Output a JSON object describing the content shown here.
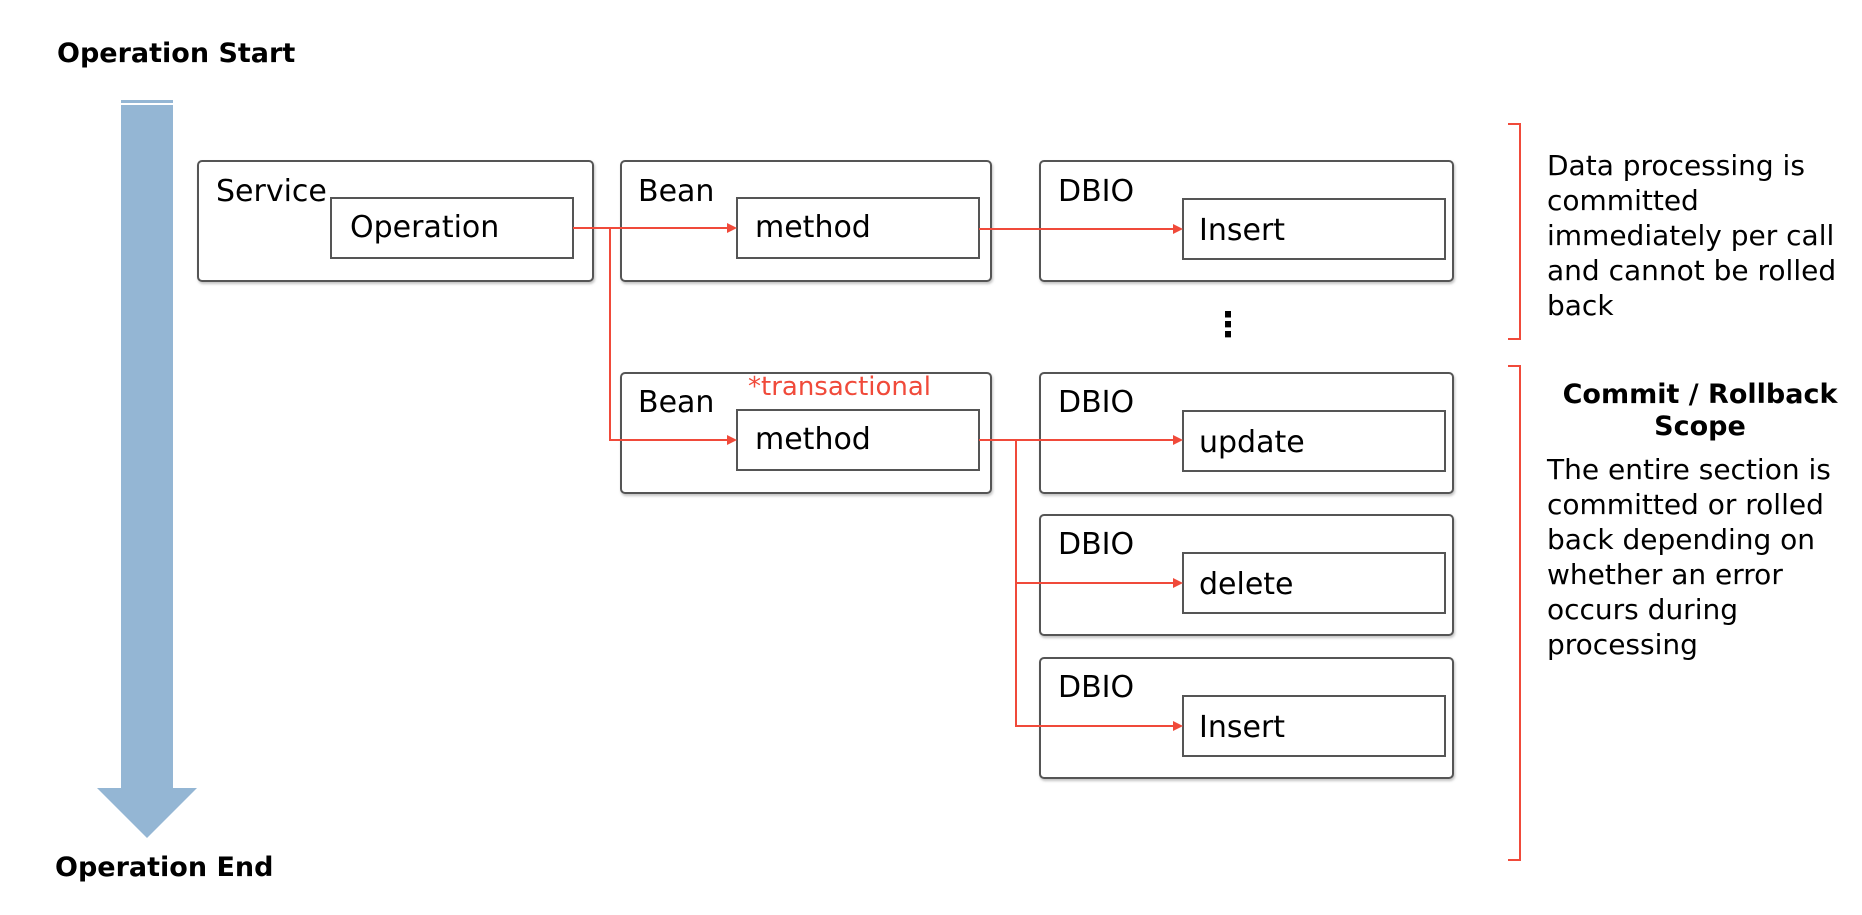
{
  "timeline": {
    "start_label": "Operation Start",
    "end_label": "Operation End",
    "arrow_color": "#94b6d4"
  },
  "components": {
    "service": {
      "label": "Service",
      "inner": "Operation"
    },
    "bean_top": {
      "label": "Bean",
      "inner": "method"
    },
    "bean_bottom": {
      "label": "Bean",
      "inner": "method",
      "annotation": "*transactional"
    },
    "dbio_1": {
      "label": "DBIO",
      "inner": "Insert"
    },
    "dbio_2": {
      "label": "DBIO",
      "inner": "update"
    },
    "dbio_3": {
      "label": "DBIO",
      "inner": "delete"
    },
    "dbio_4": {
      "label": "DBIO",
      "inner": "Insert"
    }
  },
  "ellipsis": "⋮",
  "notes": {
    "immediate": "Data processing is committed immediately per call and cannot be rolled back",
    "scope_title": "Commit / Rollback Scope",
    "scope_text": "The entire section is committed or rolled back depending on whether an error occurs during processing"
  },
  "colors": {
    "flow": "#f04a3a",
    "box_border": "#555555",
    "bracket": "#f04a3a"
  }
}
